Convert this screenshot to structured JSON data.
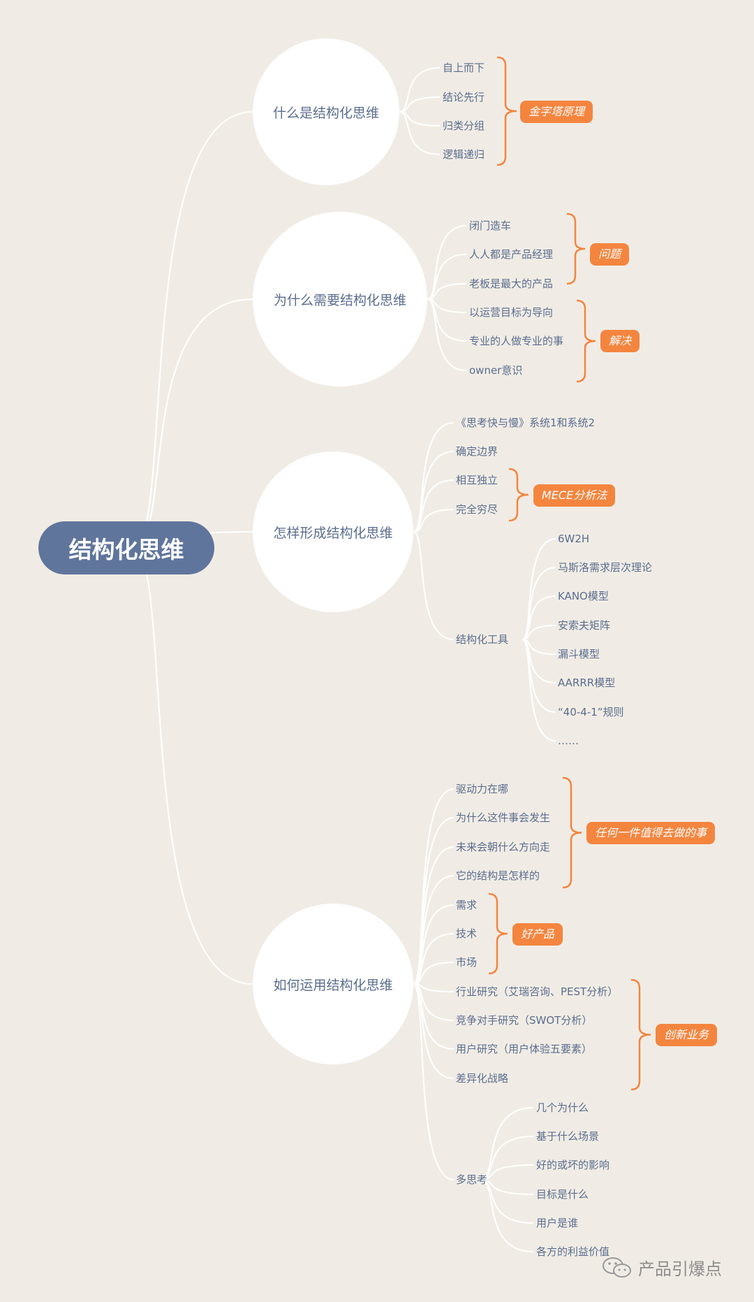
{
  "root": "结构化思维",
  "branches": [
    {
      "title": "什么是结构化思维",
      "items": [
        "自上而下",
        "结论先行",
        "归类分组",
        "逻辑递归"
      ],
      "tags": [
        "金字塔原理"
      ]
    },
    {
      "title": "为什么需要结构化思维",
      "items": [
        "闭门造车",
        "人人都是产品经理",
        "老板是最大的产品",
        "以运营目标为导向",
        "专业的人做专业的事",
        "owner意识"
      ],
      "tags": [
        "问题",
        "解决"
      ]
    },
    {
      "title": "怎样形成结构化思维",
      "items": [
        "《思考快与慢》系统1和系统2",
        "确定边界",
        "相互独立",
        "完全穷尽",
        "结构化工具"
      ],
      "tags": [
        "MECE分析法"
      ],
      "tools": [
        "6W2H",
        "马斯洛需求层次理论",
        "KANO模型",
        "安索夫矩阵",
        "漏斗模型",
        "AARRR模型",
        "“40-4-1”规则",
        "……"
      ]
    },
    {
      "title": "如何运用结构化思维",
      "items": [
        "驱动力在哪",
        "为什么这件事会发生",
        "未来会朝什么方向走",
        "它的结构是怎样的",
        "需求",
        "技术",
        "市场",
        "行业研究（艾瑞咨询、PEST分析）",
        "竞争对手研究（SWOT分析）",
        "用户研究（用户体验五要素）",
        "差异化战略",
        "多思考"
      ],
      "tags": [
        "任何一件值得去做的事",
        "好产品",
        "创新业务"
      ],
      "think": [
        "几个为什么",
        "基于什么场景",
        "好的或坏的影响",
        "目标是什么",
        "用户是谁",
        "各方的利益价值"
      ]
    }
  ],
  "watermark": "产品引爆点",
  "colors": {
    "root": "#60759c",
    "text": "#5b6d8e",
    "tag": "#f4853f",
    "bracket": "#f4853f",
    "link": "#ffffff",
    "bg": "#f0ece5"
  }
}
